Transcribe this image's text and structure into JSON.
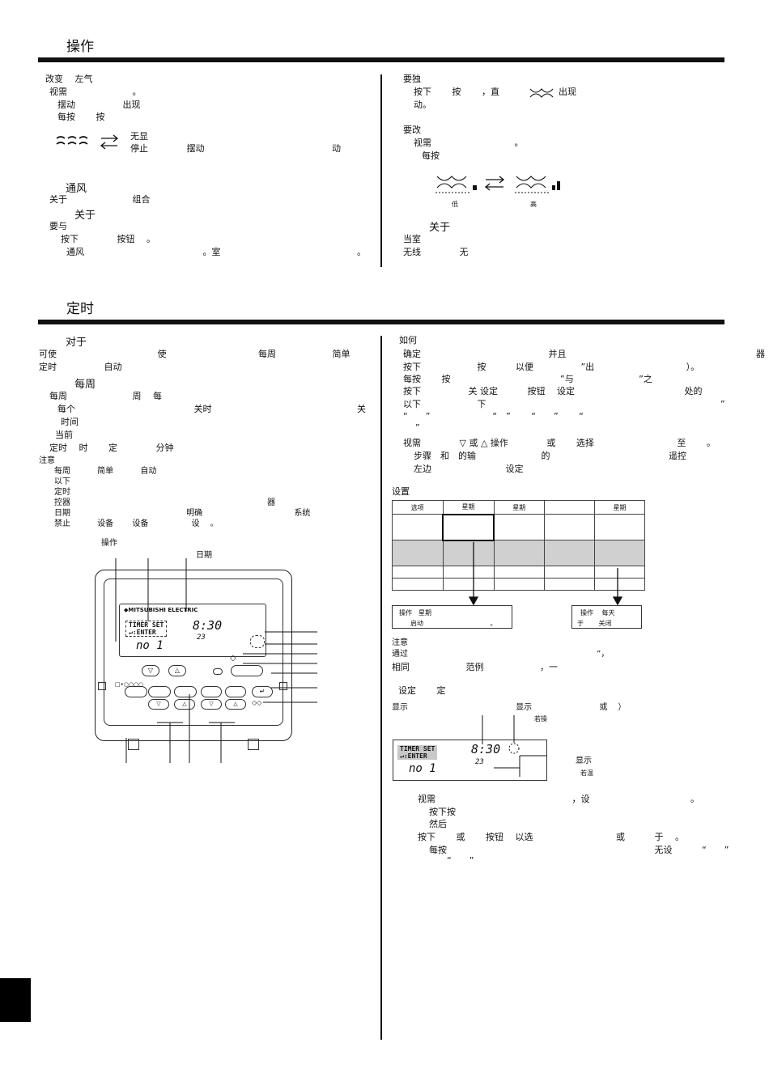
{
  "section1": {
    "title": "操作",
    "left": [
      "改变　 左气",
      "视需　　　　　　　 。",
      "摆动　　　　　 出现",
      "每按　　 按",
      "无显",
      "停止　　　　 摆动　　　　　　　　　　　　　　 动",
      "通风",
      "关于　　　　　　　 组合",
      "关于",
      "要与",
      "按下　　　　 按钮　 。",
      "通风　　　　　　　　　　　　　 。室　　　　　　　　　　　　　　　 。"
    ],
    "right": [
      "要独",
      "按下　　 按　　 ，直",
      "出现",
      "动。",
      "要改",
      "视需　　　　　　　　　 。",
      "每按",
      "低",
      "高",
      "关于",
      "当室",
      "无线　　　　 无"
    ]
  },
  "section2": {
    "title": "定时",
    "left": [
      "对于",
      "可使　　　　　　　　　　　 使　　　　　　　　　　 每周　　　　　　 简单",
      "定时　　　　　 自动",
      "每周",
      "每周　　　　　　　 周　 每",
      "每个　　　　　　　　　　　　　 关时　　　　　　　　　　　　　　　　 关",
      "时间",
      "当前",
      "定时　 时　　 定　　　　 分钟",
      "注意",
      "每周　　　 简单　　　 自动",
      "以下",
      "定时",
      "控器　　　　　　　　　　　　　　　　　　　　　　　　 器",
      "日期　　　　　　　　　　　　　　 明确　　　　　　　　　　　 系统",
      "禁止　　　 设备　　 设备　　　　　 设　 。",
      "操作",
      "日期"
    ],
    "right": [
      "如何",
      "确定　　　　　　　　　　　　　　 并且　　　　　　　　　　　　　　　　　　　　　 器　 。",
      "按下　　　　　　 按　　　 以便　　　　　 ”出　　　　　　　　　　 ）。",
      "每按　　 按　　　　　　　　　　　　 ”与　　　　　　　 ”之",
      "按下　　　　　 关 设定　　　 按钮　 设定　　　　　　　　　　　　 处的",
      "以下　　　　　　 下　　　　　　　　　　　　　　　　　　　　　　　　　　 ”",
      "“　　”　　　　　　　“　”　　 “　　”　　 “",
      "”",
      "视需　　　　 ▽ 或 △ 操作　　　　 或　　 选择　　　　　　　　　 至　　 。",
      "步骤　和　的输　　　　　　　 的　　　　　　　　　　　　　 遥控",
      "左边　　　　　　　　 设定",
      "设置",
      "注意",
      "通过　　　　　　　　　　　　　　　　　　　　　　　 ”，",
      "相同　　　　　　 范例　　　　　　 ，一",
      "设定　　 定",
      "显示　　　　　　　　　　　　　 显示　　　　　　　　 或　 ）",
      "若操",
      "显示",
      "若温",
      "视需　　　　　　　　　　　　　　　 ，设　　　　　　　　　　　 。",
      "按下按",
      "然后",
      "按下　　 或　　 按钮　 以选　　　　　　　　　 或　　　 于　 。",
      "每按　　　　　　　　　　　　　　　　　　　　　　　 无设　　　 “　　”",
      "“　　”"
    ],
    "table": {
      "header": [
        "选项",
        "星期",
        "星期",
        "",
        "星期"
      ],
      "callout_left": [
        "操作　星期",
        "启动　　　　　　　　　　 。"
      ],
      "callout_right": [
        "操作　 每天",
        "于　　 关闭"
      ]
    },
    "remote": {
      "brand": "MITSUBISHI ELECTRIC",
      "timer_set": "TIMER SET",
      "enter": "↵:ENTER",
      "time": "8:30",
      "day": "23",
      "program": "no 1"
    }
  },
  "colors": {
    "rule": "#111111",
    "shade": "#d0d0d0",
    "page_block": "#000000"
  }
}
